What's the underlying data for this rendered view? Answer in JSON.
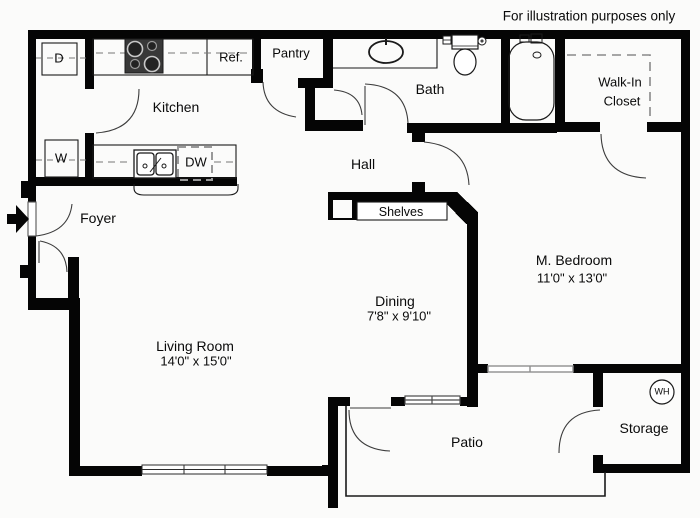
{
  "meta": {
    "disclaimer": "For illustration purposes only"
  },
  "rooms": {
    "kitchen": {
      "label": "Kitchen"
    },
    "foyer": {
      "label": "Foyer"
    },
    "hall": {
      "label": "Hall"
    },
    "bath": {
      "label": "Bath"
    },
    "pantry": {
      "label": "Pantry"
    },
    "walk_in_closet": {
      "label_line1": "Walk-In",
      "label_line2": "Closet"
    },
    "dining": {
      "label": "Dining",
      "dimensions": "7'8\" x 9'10\""
    },
    "master_bedroom": {
      "label": "M. Bedroom",
      "dimensions": "11'0\" x 13'0\""
    },
    "living_room": {
      "label": "Living Room",
      "dimensions": "14'0\" x 15'0\""
    },
    "patio": {
      "label": "Patio"
    },
    "storage": {
      "label": "Storage"
    }
  },
  "fixtures": {
    "dryer": "D",
    "washer": "W",
    "dishwasher": "DW",
    "refrigerator": "Ref.",
    "shelves": "Shelves",
    "water_heater": "WH"
  },
  "colors": {
    "wall": "#050505",
    "background": "#fbfbfa",
    "window_gray": "#8f8f8f",
    "stove_body": "#383838",
    "burner_ring": "#c8c8c8"
  }
}
